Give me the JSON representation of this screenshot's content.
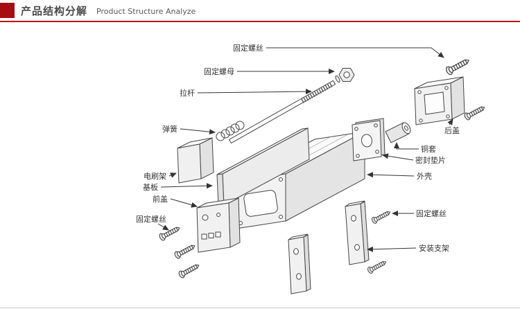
{
  "header": {
    "title_zh": "产品结构分解",
    "title_en": "Product Structure Analyze",
    "accent_color": "#c00000",
    "bullet_color": "#a50d12"
  },
  "diagram": {
    "type": "exploded-view-technical-drawing",
    "line_color": "#3a3a3a",
    "labels": {
      "fixing_screw_top": "固定螺丝",
      "fixing_nut": "固定螺母",
      "pull_rod": "拉杆",
      "spring": "弹簧",
      "brush_holder": "电刷架",
      "base_plate": "基板",
      "front_cover": "前盖",
      "fixing_screw_left": "固定螺丝",
      "rear_cover": "后盖",
      "copper_sleeve": "铜套",
      "sealing_gasket": "密封垫片",
      "housing": "外壳",
      "fixing_screw_right": "固定螺丝",
      "mounting_bracket": "安装支架"
    }
  }
}
